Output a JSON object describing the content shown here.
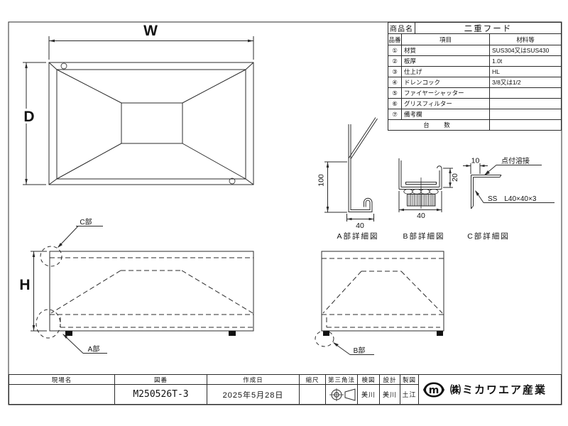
{
  "sheet": {
    "product_table": {
      "product_label": "商品名",
      "product_name": "二重フード",
      "headers": {
        "no": "品番",
        "item": "項目",
        "material": "材料等"
      },
      "rows": [
        {
          "no": "①",
          "item": "材質",
          "material": "SUS304又はSUS430"
        },
        {
          "no": "②",
          "item": "板厚",
          "material": "1.0t"
        },
        {
          "no": "③",
          "item": "仕上げ",
          "material": "HL"
        },
        {
          "no": "④",
          "item": "ドレンコック",
          "material": "3/8又は1/2"
        },
        {
          "no": "⑤",
          "item": "ファイヤーシャッター",
          "material": ""
        },
        {
          "no": "⑥",
          "item": "グリスフィルター",
          "material": ""
        },
        {
          "no": "⑦",
          "item": "備考欄",
          "material": ""
        }
      ],
      "footer_label": "台　数"
    },
    "views": {
      "plan": {
        "width_dim": "W",
        "depth_dim": "D"
      },
      "front": {
        "height_dim": "H",
        "ref_a": "A部",
        "ref_c": "C部"
      },
      "side": {
        "ref_b": "B部"
      }
    },
    "details": {
      "a": {
        "title": "A部詳細図",
        "dim_height": "100",
        "dim_width": "40"
      },
      "b": {
        "title": "B部詳細図",
        "dim_height": "20",
        "dim_width": "40"
      },
      "c": {
        "title": "C部詳細図",
        "dim_top": "10",
        "weld_note": "点付溶接",
        "member_note": "SS　L40×40×3"
      }
    },
    "title_block": {
      "site_label": "現場名",
      "site_value": "",
      "drawing_no_label": "図番",
      "drawing_no": "M250526T-3",
      "date_label": "作成日",
      "date_value": "2025年5月28日",
      "scale_label": "縮尺",
      "scale_value": "",
      "projection_label": "第三角法",
      "check_label": "検図",
      "check_value": "美川",
      "design_label": "設計",
      "design_value": "美川",
      "draft_label": "製図",
      "draft_value": "土江",
      "logo_letter": "m",
      "company_name": "㈱ミカワエア産業"
    }
  }
}
